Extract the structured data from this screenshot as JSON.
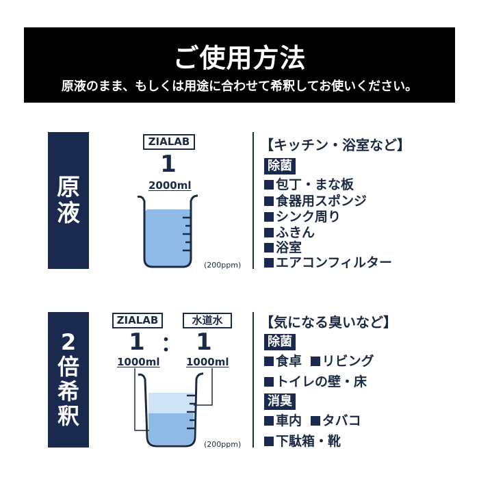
{
  "header": {
    "title": "ご使用方法",
    "subtitle": "原液のまま、もしくは用途に合わせて希釈してお使いください。"
  },
  "section1": {
    "side_chars": [
      "原",
      "液"
    ],
    "brand_label": "ZIALAB",
    "ratio": "1",
    "volume": "2000ml",
    "ppm": "(200ppm)",
    "category": "【キッチン・浴室など】",
    "tag": "除菌",
    "items": [
      "包丁・まな板",
      "食器用スポンジ",
      "シンク周り",
      "ふきん",
      "浴室",
      "エアコンフィルター"
    ]
  },
  "section2": {
    "side_chars": [
      "2",
      "倍",
      "希",
      "釈"
    ],
    "brand_label": "ZIALAB",
    "water_label": "水道水",
    "ratio_left": "1",
    "ratio_sep": "：",
    "ratio_right": "1",
    "volume_left": "1000ml",
    "volume_right": "1000ml",
    "ppm": "(200ppm)",
    "category": "【気になる臭いなど】",
    "tag1": "除菌",
    "items1": [
      "食卓",
      "リビング",
      "トイレの壁・床"
    ],
    "tag2": "消臭",
    "items2": [
      "車内",
      "タバコ",
      "下駄箱・靴"
    ]
  },
  "colors": {
    "navy": "#1a2a4f",
    "header_bg": "#000000",
    "liquid_dark": "#8fb9e6",
    "liquid_light": "#cfe3f7"
  },
  "icons": [
    "beaker-icon",
    "square-bullet-icon"
  ]
}
